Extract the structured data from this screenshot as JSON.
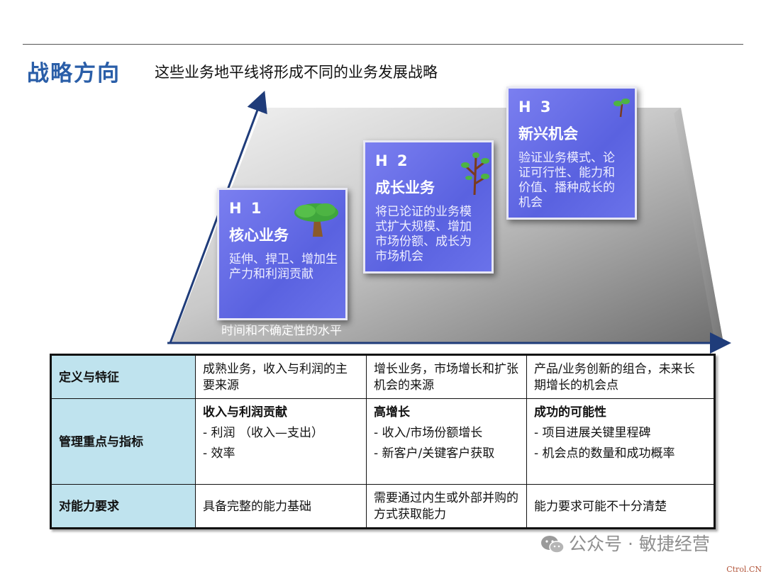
{
  "header": {
    "title": "战略方向",
    "subtitle": "这些业务地平线将形成不同的业务发展战略"
  },
  "diagram": {
    "horizon_label": "时间和不确定性的水平",
    "horizons": [
      {
        "code": "H 1",
        "name": "核心业务",
        "desc": "延伸、捍卫、增加生产力和利润贡献"
      },
      {
        "code": "H 2",
        "name": "成长业务",
        "desc": "将已论证的业务模式扩大规模、增加市场份额、成长为市场机会"
      },
      {
        "code": "H 3",
        "name": "新兴机会",
        "desc": "验证业务模式、论证可行性、能力和价值、播种成长的机会"
      }
    ]
  },
  "table": {
    "rows": [
      {
        "label": "定义与特征",
        "cells": [
          {
            "text": "成熟业务，收入与利润的主要来源"
          },
          {
            "text": "增长业务，市场增长和扩张机会的来源"
          },
          {
            "text": "产品/业务创新的组合，未来长期增长的机会点"
          }
        ]
      },
      {
        "label": "管理重点与指标",
        "cells": [
          {
            "heading": "收入与利润贡献",
            "bullets": [
              "- 利润 （收入—支出）",
              "- 效率"
            ]
          },
          {
            "heading": "高增长",
            "bullets": [
              "- 收入/市场份额增长",
              "- 新客户/关键客户获取"
            ]
          },
          {
            "heading": "成功的可能性",
            "bullets": [
              "- 项目进展关键里程碑",
              "- 机会点的数量和成功概率"
            ]
          }
        ]
      },
      {
        "label": "对能力要求",
        "cells": [
          {
            "text": "具备完整的能力基础"
          },
          {
            "text": "需要通过内生或外部并购的方式获取能力"
          },
          {
            "text": "能力要求可能不十分清楚"
          }
        ]
      }
    ]
  },
  "watermark": "公众号 · 敏捷经营",
  "footer": "Ctrol.CN",
  "colors": {
    "title": "#2a5ea8",
    "box": "#6068e4",
    "table_header": "#bfe3ee"
  }
}
